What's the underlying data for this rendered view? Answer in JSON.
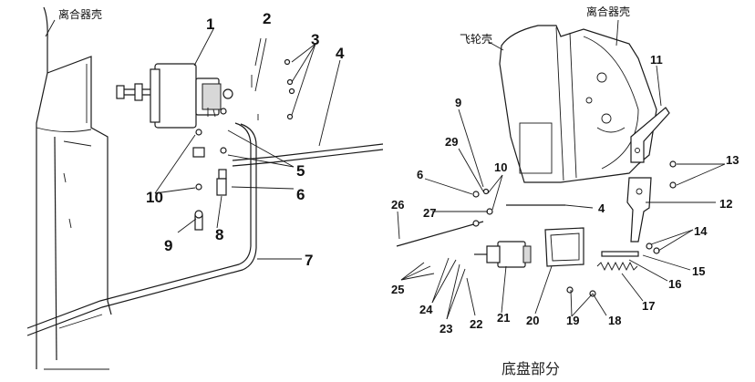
{
  "left_view": {
    "housing_label": "离合器壳",
    "callouts": [
      "1",
      "2",
      "3",
      "4",
      "5",
      "6",
      "7",
      "8",
      "9",
      "10"
    ]
  },
  "right_view": {
    "flywheel_label": "飞轮壳",
    "housing_label": "离合器壳",
    "callouts": [
      "4",
      "6",
      "9",
      "10",
      "11",
      "12",
      "13",
      "14",
      "15",
      "16",
      "17",
      "18",
      "19",
      "20",
      "21",
      "22",
      "23",
      "24",
      "25",
      "26",
      "27",
      "29"
    ]
  },
  "caption": "底盘部分"
}
